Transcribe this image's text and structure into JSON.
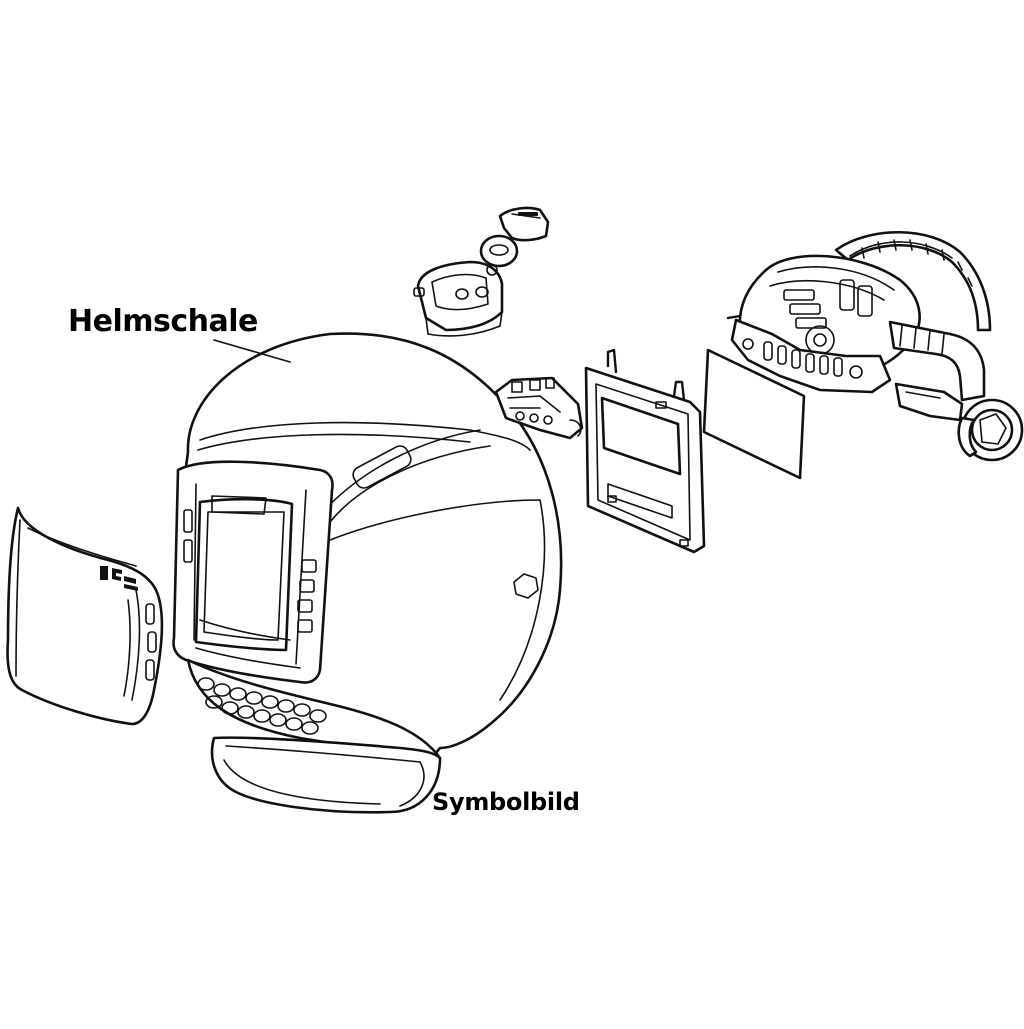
{
  "labels": {
    "shell": "Helmschale",
    "caption": "Symbolbild"
  },
  "cover_lens_marks": "CE",
  "colors": {
    "line": "#111111",
    "background": "#ffffff"
  }
}
